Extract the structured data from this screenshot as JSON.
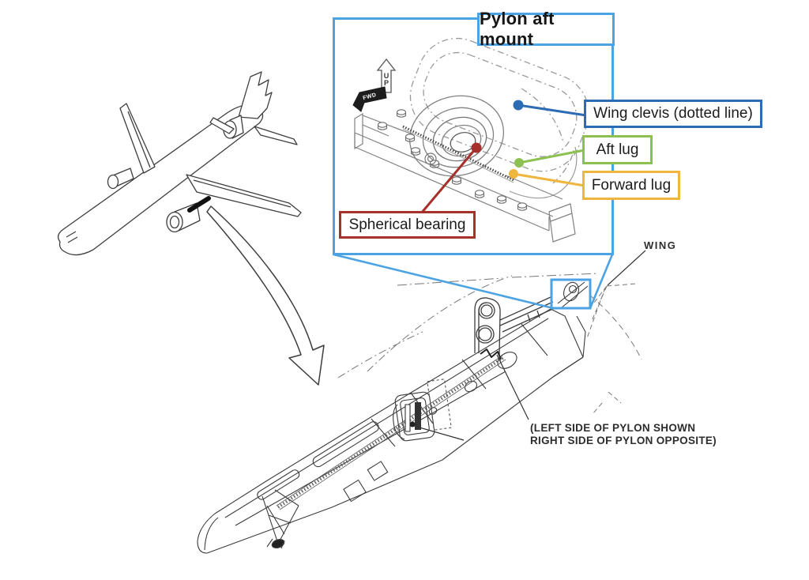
{
  "figure": {
    "description_domain": "aircraft pylon aft mount diagram",
    "callout": {
      "title": "Pylon aft mount",
      "labels": [
        {
          "id": "wing_clevis",
          "text": "Wing clevis (dotted line)",
          "color": "#2D6CB5"
        },
        {
          "id": "aft_lug",
          "text": "Aft lug",
          "color": "#8CC152"
        },
        {
          "id": "forward_lug",
          "text": "Forward lug",
          "color": "#EEB63E"
        },
        {
          "id": "spherical_bearing",
          "text": "Spherical bearing",
          "color": "#A6302A"
        }
      ],
      "orientation_markers": {
        "up": "UP",
        "fwd": "FWD"
      }
    },
    "drawing_annotations": {
      "wing_label": "WING",
      "note_line1": "(LEFT SIDE OF PYLON SHOWN",
      "note_line2": "RIGHT SIDE OF PYLON OPPOSITE)"
    },
    "colors": {
      "callout_blue": "#4BA3E3",
      "clevis_blue": "#2D6CB5",
      "lug_green": "#8CC152",
      "lug_orange": "#EEB63E",
      "bearing_red": "#A6302A",
      "line_art": "#3c3c3c"
    }
  }
}
